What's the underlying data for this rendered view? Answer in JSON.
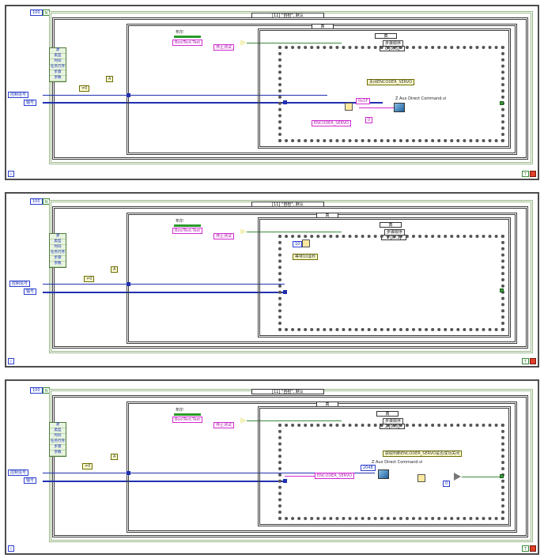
{
  "common": {
    "loop_count": "100",
    "iteration": "i",
    "stop_indicator": "T",
    "outer_case": "[11] \"自检\", 默认",
    "case_true": "真",
    "bool_label": "布尔",
    "bool_property": "BoolTest.Test",
    "stop_label": "停止测试",
    "cluster_rows": [
      "源",
      "类型",
      "时间",
      "任务行序",
      "步骤",
      "参数"
    ],
    "bundle_node": "A",
    "compare_node": "≠0",
    "control_terminal": "控制信号",
    "axis_terminal": "轴号"
  },
  "panels": [
    {
      "step_label": "步骤顺序",
      "step_case": "0 [0..3]",
      "status_text": "关闭ENCODER_SERVO",
      "const_text": "ENCODER_SERVO",
      "num_const": "0x1F",
      "num_small": "0",
      "vi_label": "Z Aux Direct Command.vi"
    },
    {
      "step_label": "步骤顺序",
      "step_case": "1 [0..3]",
      "status_text": "等待10毫秒",
      "num_const": "10",
      "vi_label": ""
    },
    {
      "step_label": "步骤顺序",
      "step_case": "2 [0..3]",
      "status_text": "获取判断ENCODER_SERVO是否成功关闭",
      "const_text": "ENCODER_SERVO",
      "num_const": "2048",
      "num_small": "0",
      "vi_label": "Z Aux Direct Command.vi"
    }
  ]
}
